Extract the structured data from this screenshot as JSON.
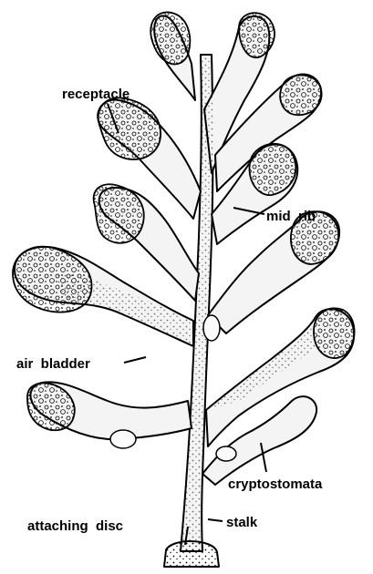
{
  "diagram": {
    "labels": {
      "receptacle": "receptacle",
      "mid_rib": "mid  rib",
      "air_bladder": "air  bladder",
      "cryptostomata": "cryptostomata",
      "attaching_disc": "attaching  disc",
      "stalk": "stalk"
    },
    "colors": {
      "ink": "#000000",
      "thallus_fill": "#f4f4f4"
    }
  }
}
